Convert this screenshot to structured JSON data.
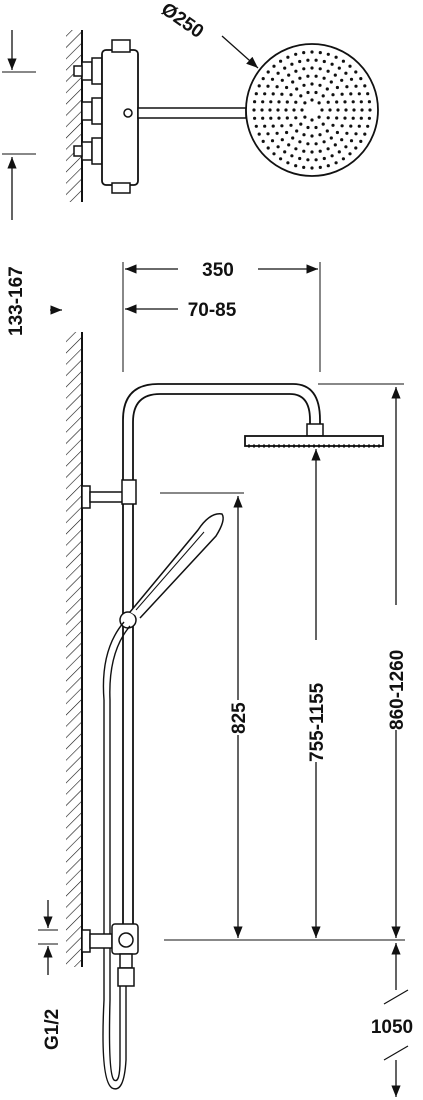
{
  "dimensions": {
    "head_diameter": "Ø250",
    "offset_wall": "133-167",
    "arm_reach": "350",
    "inlet_centres": "70-85",
    "handset_height": "825",
    "head_height_range": "755-1155",
    "total_height_range": "860-1260",
    "fitting_height": "1050",
    "connection": "G1/2"
  },
  "colors": {
    "line": "#111111",
    "background": "#ffffff"
  }
}
